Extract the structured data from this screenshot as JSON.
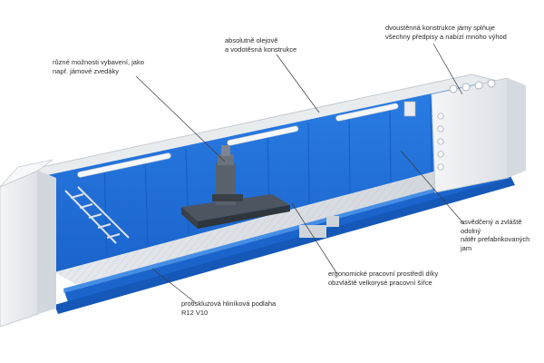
{
  "callouts": {
    "oil_water_tight": "absolutně olejově\na vodotěsná konstrukce",
    "equipment_options": "různé možnosti vybavení, jako\nnapř. jámové zvedáky",
    "double_wall": "dvoustěnná konstrukce jámy splňuje\nvšechny předpisy a nabízí mnoho výhod",
    "durable_coating": "osvědčený a zvláště odolný\nnátěr prefabrikovaných jam",
    "ergonomic": "ergonomické pracovní prostředí díky\nobzvláště velkorysé pracovní šířce",
    "anti_slip_floor": "protiskluzová hliníková podlaha\nR12 V10"
  },
  "colors": {
    "pit_blue": "#1f6fd8",
    "pit_blue_dark": "#1558b8",
    "wall_white": "#eef0f3",
    "floor_grey": "#d9dde2",
    "leader_line": "#3a3a3a"
  }
}
